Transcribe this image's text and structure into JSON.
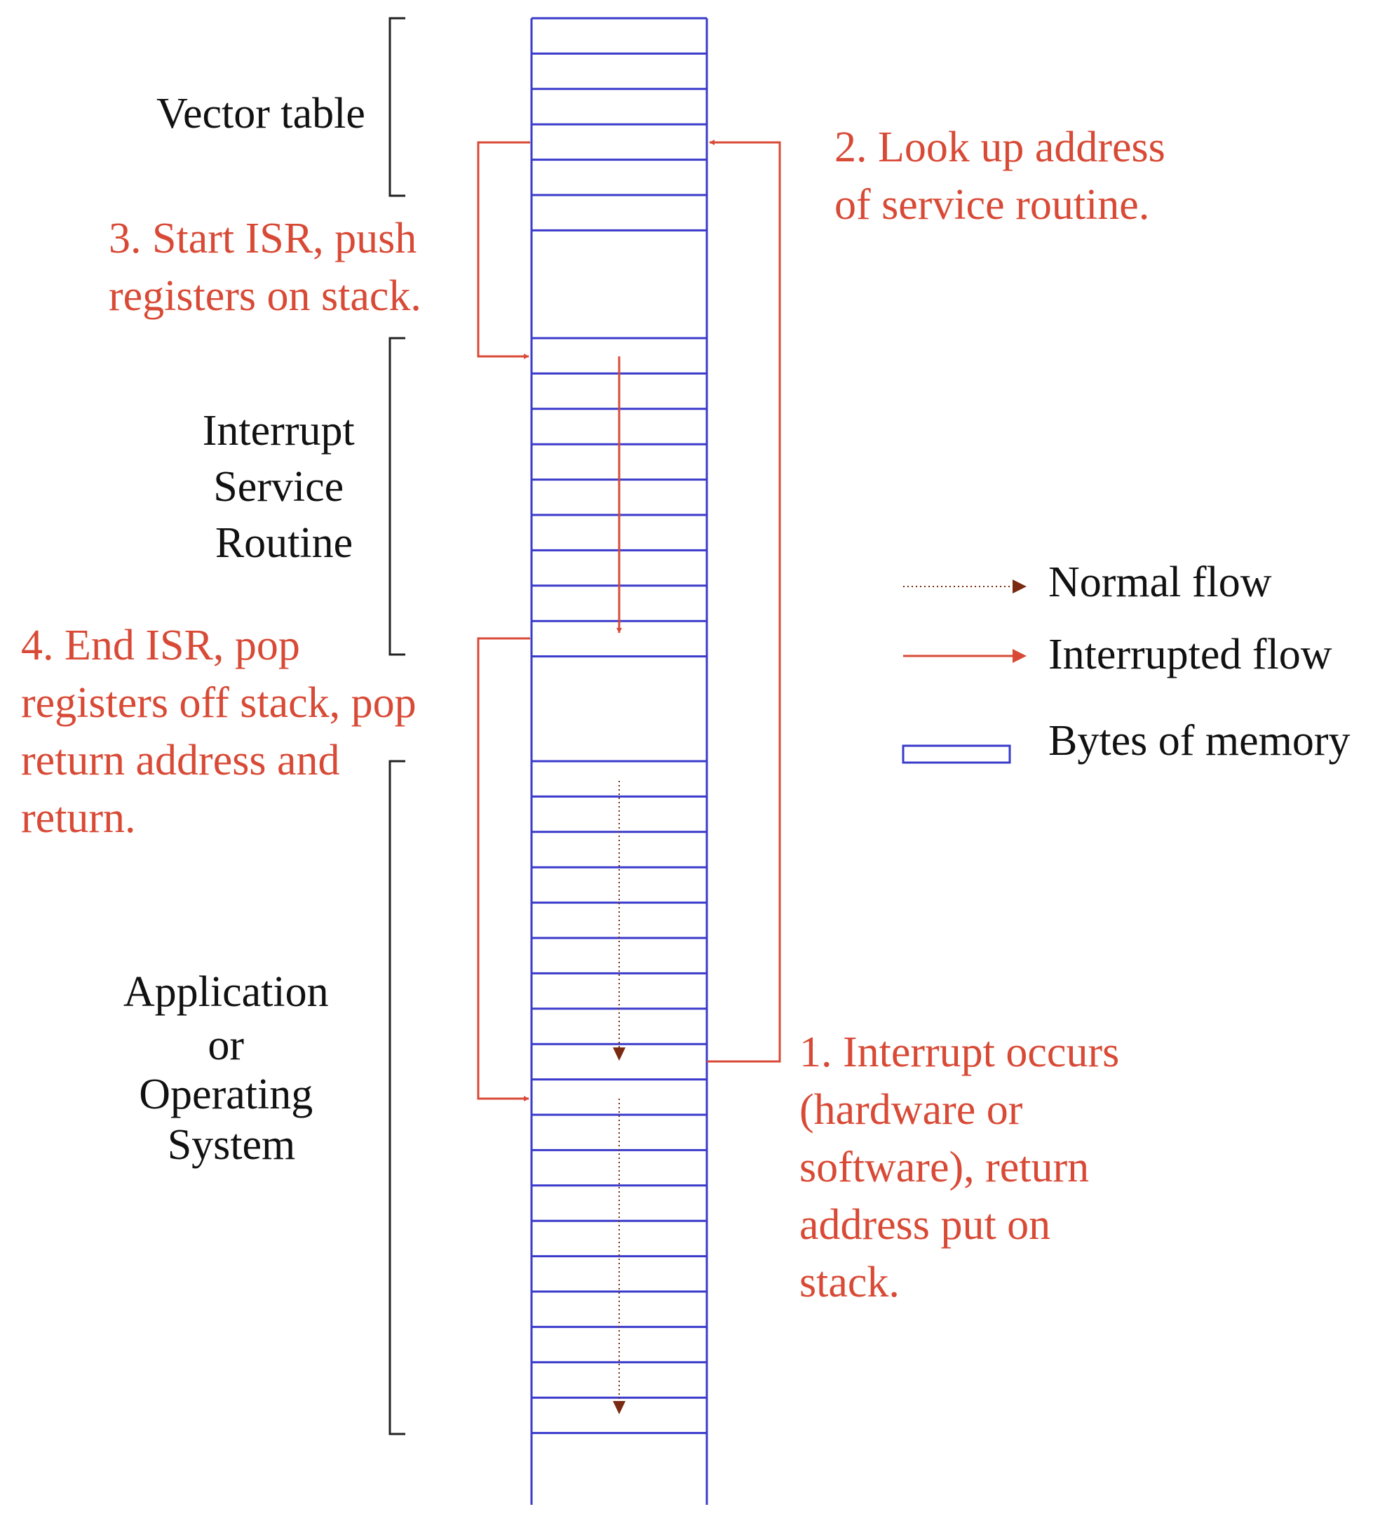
{
  "colors": {
    "memory": "#3a3acb",
    "interrupt": "#d84a36",
    "normal": "#7a2a10",
    "label": "#111111"
  },
  "sections": {
    "vector_table": [
      "Vector table"
    ],
    "isr": [
      "Interrupt",
      "Service",
      "Routine"
    ],
    "app": [
      "Application",
      "or",
      "Operating",
      "System"
    ]
  },
  "steps": {
    "step1": [
      "1. Interrupt occurs",
      "(hardware or",
      "software), return",
      "address put on",
      "stack."
    ],
    "step2": [
      "2. Look up address",
      "of service routine."
    ],
    "step3": [
      "3. Start ISR, push",
      "registers on stack."
    ],
    "step4": [
      "4. End ISR, pop",
      "registers off stack, pop",
      "return address and",
      "return."
    ]
  },
  "legend": {
    "normal_flow": "Normal flow",
    "interrupted_flow": "Interrupted flow",
    "bytes_of_memory": "Bytes of memory"
  },
  "icons": {
    "normal": "dotted-arrow-icon",
    "interrupted": "solid-arrow-icon",
    "memory": "memory-byte-icon"
  }
}
